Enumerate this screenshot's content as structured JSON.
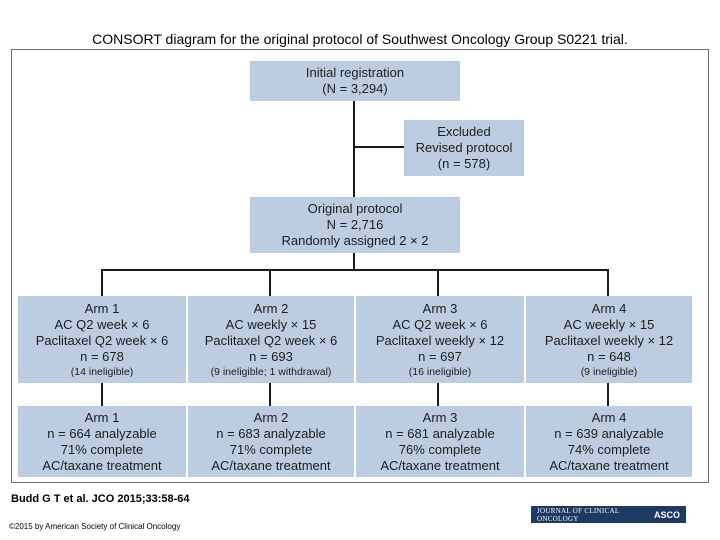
{
  "title": "CONSORT diagram for the original protocol of Southwest Oncology Group S0221 trial.",
  "registration": {
    "line1": "Initial registration",
    "line2": "(N = 3,294)"
  },
  "excluded": {
    "line1": "Excluded",
    "line2": "Revised protocol",
    "line3": "(n = 578)"
  },
  "original": {
    "line1": "Original protocol",
    "line2": "N = 2,716",
    "line3": "Randomly assigned 2 × 2"
  },
  "arms": [
    {
      "name": "Arm 1",
      "regimen1": "AC Q2 week × 6",
      "regimen2": "Paclitaxel Q2 week × 6",
      "n": "n = 678",
      "note": "(14 ineligible)"
    },
    {
      "name": "Arm 2",
      "regimen1": "AC weekly × 15",
      "regimen2": "Paclitaxel Q2 week × 6",
      "n": "n = 693",
      "note": "(9 ineligible; 1 withdrawal)"
    },
    {
      "name": "Arm 3",
      "regimen1": "AC Q2 week × 6",
      "regimen2": "Paclitaxel weekly × 12",
      "n": "n = 697",
      "note": "(16 ineligible)"
    },
    {
      "name": "Arm 4",
      "regimen1": "AC weekly × 15",
      "regimen2": "Paclitaxel weekly × 12",
      "n": "n = 648",
      "note": "(9 ineligible)"
    }
  ],
  "outcomes": [
    {
      "name": "Arm 1",
      "analyzable": "n = 664 analyzable",
      "complete": "71% complete",
      "treatment": "AC/taxane treatment"
    },
    {
      "name": "Arm 2",
      "analyzable": "n = 683 analyzable",
      "complete": "71% complete",
      "treatment": "AC/taxane treatment"
    },
    {
      "name": "Arm 3",
      "analyzable": "n = 681 analyzable",
      "complete": "76% complete",
      "treatment": "AC/taxane treatment"
    },
    {
      "name": "Arm 4",
      "analyzable": "n = 639 analyzable",
      "complete": "74% complete",
      "treatment": "AC/taxane treatment"
    }
  ],
  "citation": "Budd G T et al. JCO 2015;33:58-64",
  "copyright": "©2015 by American Society of Clinical Oncology",
  "logo": {
    "journal": "JOURNAL OF CLINICAL ONCOLOGY",
    "society": "ASCO"
  }
}
